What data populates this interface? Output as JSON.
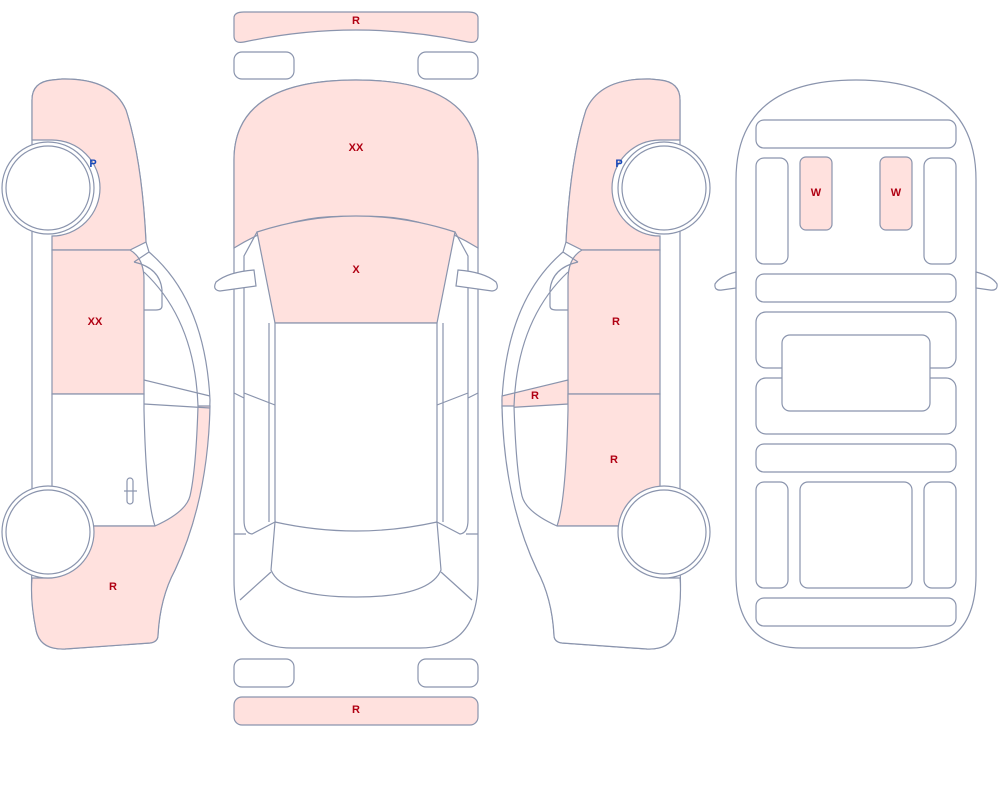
{
  "marks": {
    "front_bumper": "R",
    "hood": "XX",
    "windshield": "X",
    "rear_bumper": "R",
    "left_front_fender_dot": "P",
    "left_front_door": "XX",
    "left_rear_quarter": "R",
    "right_front_fender_dot": "P",
    "right_front_door": "R",
    "right_mirror": "R",
    "right_rear_door": "R",
    "seat_left": "W",
    "seat_right": "W"
  },
  "colors": {
    "outline": "#8a94ad",
    "damage_fill": "#ffe1de",
    "code_red": "#b00012",
    "code_blue": "#1747b8"
  }
}
